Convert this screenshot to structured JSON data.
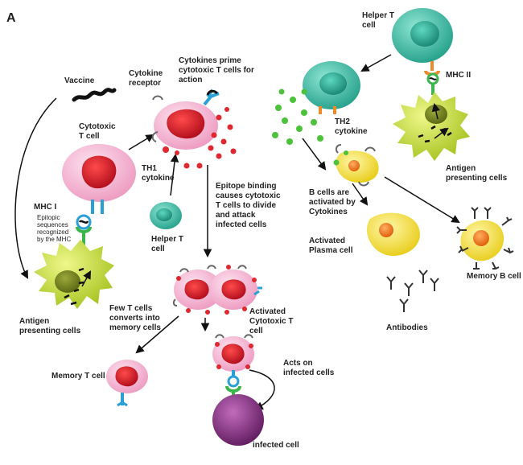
{
  "figure": {
    "panel_label": "A",
    "labels": {
      "vaccine": "Vaccine",
      "cytokine_receptor": "Cytokine\nreceptor",
      "cytokines_prime": "Cytokines prime\ncytotoxic T cells for\naction",
      "cytotoxic_t_cell": "Cytotoxic\nT cell",
      "th1_cytokine": "TH1\ncytokine",
      "epitope_binding": "Epitope binding\ncauses cytotoxic\nT cells to divide\nand attack\ninfected cells",
      "helper_t_cell_left": "Helper T\ncell",
      "mhc_i": "MHC I",
      "epitopic_sequences": "Epitopic\nsequences\nrecognized\nby the MHC",
      "antigen_presenting_left": "Antigen\npresenting cells",
      "few_t_cells": "Few T cells\nconverts into\nmemory cells",
      "activated_cytotoxic": "Activated\nCytotoxic T\ncell",
      "memory_t_cell": "Memory T cell",
      "acts_on_infected": "Acts on\ninfected cells",
      "infected_cell": "infected cell",
      "helper_t_cell_right": "Helper T\ncell",
      "mhc_ii": "MHC II",
      "th2_cytokine": "TH2\ncytokine",
      "antigen_presenting_right": "Antigen\npresenting cells",
      "b_cells_activated": "B cells are\nactivated by\nCytokines",
      "activated_plasma": "Activated\nPlasma cell",
      "memory_b_cell": "Memory B cell",
      "antibodies": "Antibodies"
    },
    "colors": {
      "cytotoxic_t_cell": "#f3b2cf",
      "nucleus_red": "#d81e2c",
      "helper_t_cell": "#3fc0a8",
      "antigen_presenting_cell": "#c8e03a",
      "b_cell": "#f3e23a",
      "plasma_nucleus": "#f07a1c",
      "infected_cell": "#8a2c86",
      "mhc_green": "#3cb54a",
      "receptor_blue": "#2aa0d6",
      "mhc_ii_orange": "#f08a2a",
      "th1_dots": "#e0262e",
      "th2_dots": "#4cc23a",
      "antibody": "#333333"
    }
  }
}
